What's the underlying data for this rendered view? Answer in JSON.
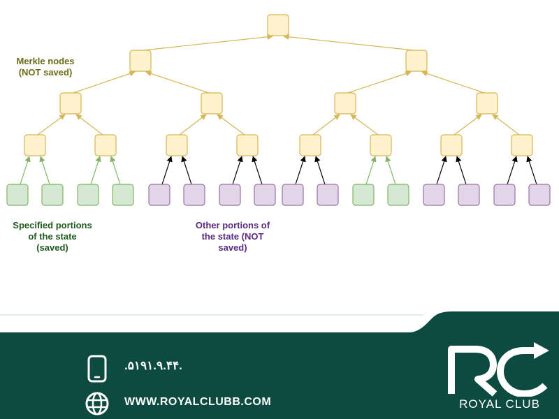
{
  "diagram": {
    "labels": {
      "merkle": [
        "Merkle nodes",
        "(NOT saved)"
      ],
      "specified": [
        "Specified portions",
        "of the state",
        "(saved)"
      ],
      "other": [
        "Other portions of",
        "the state (NOT",
        "saved)"
      ]
    },
    "colors": {
      "merkle_fill": "#fff2cc",
      "merkle_stroke": "#d6b656",
      "merkle_edge": "#d6b656",
      "saved_fill": "#d5e8d4",
      "saved_stroke": "#82b366",
      "saved_edge": "#82b366",
      "unsaved_fill": "#e1d5e7",
      "unsaved_stroke": "#9673a6",
      "unsaved_edge": "#000000"
    },
    "leaf_states": [
      "saved",
      "saved",
      "saved",
      "saved",
      "unsaved",
      "unsaved",
      "unsaved",
      "unsaved",
      "unsaved",
      "unsaved",
      "saved",
      "saved",
      "unsaved",
      "unsaved",
      "unsaved",
      "unsaved"
    ]
  },
  "footer": {
    "phone": ".۵۱۹۱.۹.۴۴.",
    "website": "WWW.ROYALCLUBB.COM",
    "brand": "ROYAL CLUB",
    "brand_mark": "RC",
    "background_color": "#0d4a3f",
    "phone_icon": "smartphone-icon",
    "web_icon": "globe-icon"
  }
}
